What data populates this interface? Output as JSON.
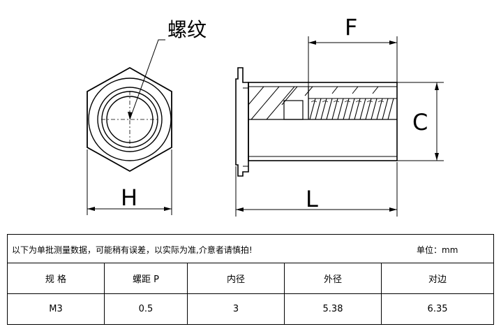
{
  "drawing": {
    "thread_label": "螺纹",
    "label_H": "H",
    "label_F": "F",
    "label_C": "C",
    "label_L": "L"
  },
  "table": {
    "note": "以下为单批测量数据，可能稍有误差，以实际为准,介意者请慎拍!",
    "unit": "单位：mm",
    "headers": [
      "规 格",
      "螺距 P",
      "内径",
      "外径",
      "对边"
    ],
    "rows": [
      [
        "M3",
        "0.5",
        "3",
        "5.38",
        "6.35"
      ]
    ]
  }
}
